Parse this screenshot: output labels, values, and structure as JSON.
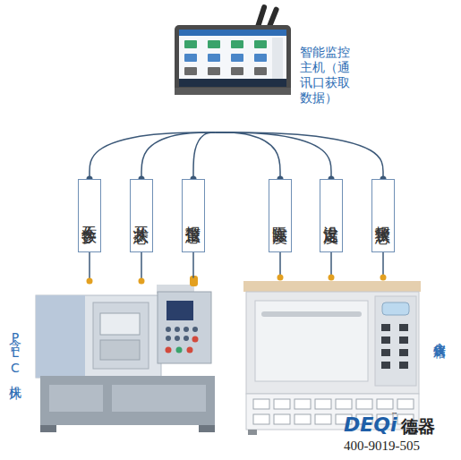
{
  "diagram": {
    "nodes": [
      {
        "text": [
          "智能监控主机（通讯口获取数据）"
        ]
      },
      {
        "text": [
          "工作参数"
        ]
      },
      {
        "text": [
          "开关状态"
        ]
      },
      {
        "text": [
          "报警信息"
        ]
      },
      {
        "text": [
          "实际温度"
        ]
      },
      {
        "text": [
          "设定温度"
        ]
      },
      {
        "text": [
          "报警状态"
        ]
      },
      {
        "text": [
          "含PLC机床"
        ]
      },
      {
        "text": [
          "含仪表烤箱"
        ]
      }
    ],
    "edges": [
      {
        "from": 0,
        "to": 1,
        "arrow": "none"
      },
      {
        "from": 0,
        "to": 2,
        "arrow": "none"
      },
      {
        "from": 0,
        "to": 3,
        "arrow": "none"
      },
      {
        "from": 0,
        "to": 4,
        "arrow": "none"
      },
      {
        "from": 0,
        "to": 5,
        "arrow": "none"
      },
      {
        "from": 0,
        "to": 6,
        "arrow": "none"
      },
      {
        "from": 1,
        "to": 7,
        "arrow": "none"
      },
      {
        "from": 2,
        "to": 7,
        "arrow": "none"
      },
      {
        "from": 3,
        "to": 7,
        "arrow": "none"
      },
      {
        "from": 4,
        "to": 8,
        "arrow": "none"
      },
      {
        "from": 5,
        "to": 8,
        "arrow": "none"
      },
      {
        "from": 6,
        "to": 8,
        "arrow": "none"
      }
    ],
    "labels": [
      "DEQi",
      "™",
      "德器",
      "400-9019-505"
    ]
  }
}
